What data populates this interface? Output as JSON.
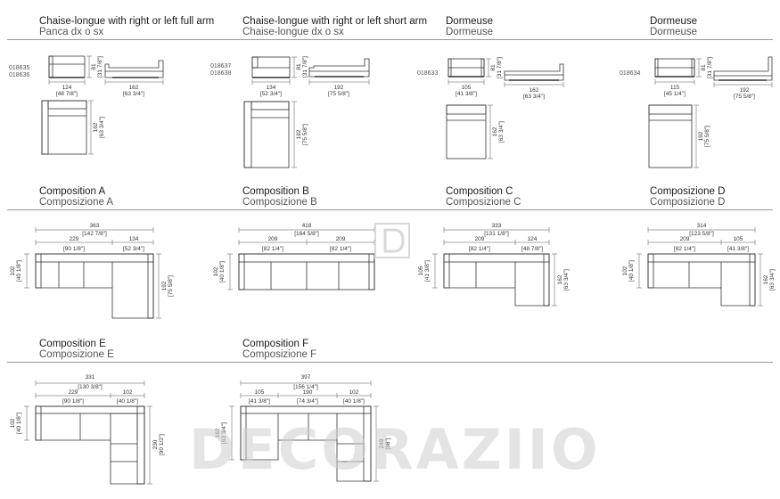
{
  "sections": [
    {
      "id": "chaise-full",
      "title_en": "Chaise-longue with right or left full arm",
      "title_it": "Panca dx o sx",
      "codes": [
        "018635",
        "018636"
      ]
    },
    {
      "id": "chaise-short",
      "title_en": "Chaise-longue with right or left short arm",
      "title_it": "Chaise-longue dx o sx",
      "codes": [
        "018637",
        "018638"
      ]
    },
    {
      "id": "dormeuse-1",
      "title_en": "Dormeuse",
      "title_it": "Dormeuse",
      "codes": [
        "018633"
      ]
    },
    {
      "id": "dormeuse-2",
      "title_en": "Dormeuse",
      "title_it": "Dormeuse",
      "codes": [
        "018634"
      ]
    },
    {
      "id": "comp-a",
      "title_en": "Composition A",
      "title_it": "Composizione A",
      "codes": []
    },
    {
      "id": "comp-b",
      "title_en": "Composition B",
      "title_it": "Composizione B",
      "codes": []
    },
    {
      "id": "comp-c",
      "title_en": "Composition C",
      "title_it": "Composizione C",
      "codes": []
    },
    {
      "id": "comp-d",
      "title_en": "Composizione D",
      "title_it": "Composizione D",
      "codes": []
    },
    {
      "id": "comp-e",
      "title_en": "Composition E",
      "title_it": "Composizione E",
      "codes": []
    },
    {
      "id": "comp-f",
      "title_en": "Composition F",
      "title_it": "Composizione F",
      "codes": []
    }
  ],
  "dimensions": {
    "chaise_full_front_w": "124",
    "chaise_full_front_w_in": "[48 7/8\"]",
    "chaise_full_h": "81",
    "chaise_full_h_in": "[31 7/8\"]",
    "chaise_full_side_w": "162",
    "chaise_full_side_w_in": "[63 3/4\"]",
    "chaise_full_plan_d": "162",
    "chaise_full_plan_d_in": "[63 3/4\"]",
    "chaise_short_front_w": "134",
    "chaise_short_front_w_in": "[52 3/4\"]",
    "chaise_short_h": "81",
    "chaise_short_h_in": "[31 7/8\"]",
    "chaise_short_side_w": "192",
    "chaise_short_side_w_in": "[75 5/8\"]",
    "chaise_short_plan_d": "192",
    "chaise_short_plan_d_in": "[75 5/8\"]",
    "dorm1_front_w": "105",
    "dorm1_front_w_in": "[41 3/8\"]",
    "dorm1_h": "81",
    "dorm1_h_in": "[31 7/8\"]",
    "dorm1_side_w": "162",
    "dorm1_side_w_in": "[63 3/4\"]",
    "dorm1_plan_d": "162",
    "dorm1_plan_d_in": "[63 3/4\"]",
    "dorm2_front_w": "115",
    "dorm2_front_w_in": "[45 1/4\"]",
    "dorm2_h": "81",
    "dorm2_h_in": "[31 7/8\"]",
    "dorm2_side_w": "192",
    "dorm2_side_w_in": "[75 5/8\"]",
    "dorm2_plan_d": "192",
    "dorm2_plan_d_in": "[75 5/8\"]",
    "a_total": "363",
    "a_total_in": "[142 7/8\"]",
    "a_left": "229",
    "a_left_in": "[90 1/8\"]",
    "a_right": "134",
    "a_right_in": "[52 3/4\"]",
    "a_depth": "102",
    "a_depth_in": "[40 1/8\"]",
    "a_chaise": "192",
    "a_chaise_in": "[75 5/8\"]",
    "b_total": "418",
    "b_total_in": "[164 5/8\"]",
    "b_left": "209",
    "b_left_in": "[82 1/4\"]",
    "b_right": "209",
    "b_right_in": "[82 1/4\"]",
    "b_depth": "102",
    "b_depth_in": "[40 1/8\"]",
    "c_total": "333",
    "c_total_in": "[131 1/8\"]",
    "c_left": "209",
    "c_left_in": "[82 1/4\"]",
    "c_right": "124",
    "c_right_in": "[48 7/8\"]",
    "c_depth": "105",
    "c_depth_in": "[41 3/8\"]",
    "c_chaise": "162",
    "c_chaise_in": "[63 3/4\"]",
    "d_total": "314",
    "d_total_in": "[123 5/8\"]",
    "d_left": "209",
    "d_left_in": "[82 1/4\"]",
    "d_right": "105",
    "d_right_in": "[41 3/8\"]",
    "d_depth": "102",
    "d_depth_in": "[40 1/8\"]",
    "d_chaise": "162",
    "d_chaise_in": "[63 3/4\"]",
    "e_total": "331",
    "e_total_in": "[130 3/8\"]",
    "e_left": "229",
    "e_left_in": "[90 1/8\"]",
    "e_right": "102",
    "e_right_in": "[40 1/8\"]",
    "e_depth": "102",
    "e_depth_in": "[40 1/8\"]",
    "e_side": "230",
    "e_side_in": "[90 1/2\"]",
    "f_total": "397",
    "f_total_in": "[156 1/4\"]",
    "f_a": "105",
    "f_a_in": "[41 3/8\"]",
    "f_b": "190",
    "f_b_in": "[74 3/4\"]",
    "f_c": "102",
    "f_c_in": "[40 1/8\"]",
    "f_depth": "162",
    "f_depth_in": "[63 3/4\"]",
    "f_side": "249",
    "f_side_in": "[98\"]"
  },
  "watermark": "DECORAZIIO",
  "colors": {
    "line": "#333333",
    "rule": "#9a9a9a",
    "watermark": "#cfcfcf"
  }
}
